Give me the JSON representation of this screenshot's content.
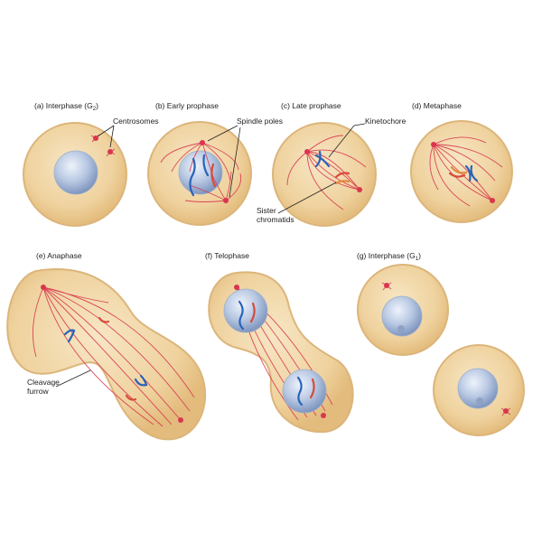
{
  "stages": {
    "a": "(a) Interphase (G",
    "a_sub": "2",
    "b": "(b) Early prophase",
    "c": "(c) Late prophase",
    "d": "(d) Metaphase",
    "e": "(e) Anaphase",
    "f": "(f) Telophase",
    "g": "(g) Interphase (G",
    "g_sub": "1"
  },
  "callouts": {
    "centrosomes": "Centrosomes",
    "spindle_poles": "Spindle poles",
    "kinetochore": "Kinetochore",
    "sister_line1": "Sister",
    "sister_line2": "chromatids",
    "cleavage_line1": "Cleavage",
    "cleavage_line2": "furrow"
  },
  "colors": {
    "cytoplasm": "#f1d7a6",
    "nucleus": "#b8c8e2",
    "spindle": "#d8364f",
    "chromosome_blue": "#2a63b8",
    "chromosome_red": "#d64a3c"
  }
}
